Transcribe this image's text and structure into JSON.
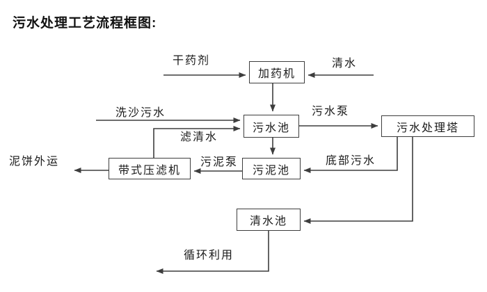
{
  "title": "污水处理工艺流程框图:",
  "nodes": {
    "dosing_machine": "加药机",
    "sewage_pool": "污水池",
    "treatment_tower": "污水处理塔",
    "sludge_pool": "污泥池",
    "belt_filter_press": "带式压滤机",
    "clear_water_pool": "清水池"
  },
  "labels": {
    "dry_chemical": "干药剂",
    "clear_water": "清水",
    "sand_washing_sewage": "洗沙污水",
    "sewage_pump": "污水泵",
    "filtered_water": "滤清水",
    "sludge_pump": "污泥泵",
    "bottom_sewage": "底部污水",
    "mud_cake_out": "泥饼外运",
    "recycle_use": "循环利用"
  },
  "colors": {
    "ink": "#3d3d3d",
    "text": "#1a1a1a",
    "background": "#ffffff"
  }
}
